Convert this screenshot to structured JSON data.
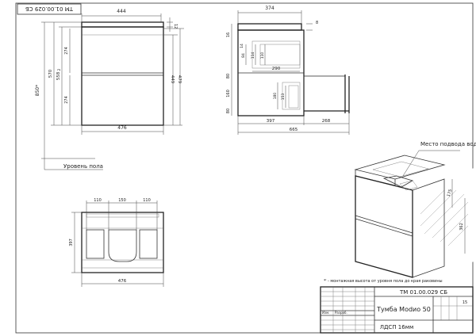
{
  "stamp_code": "ТМ 01.00.029 СБ",
  "front_view": {
    "width_top": "444",
    "width_bottom": "476",
    "right_top": "12",
    "height_total": "850*",
    "height_570": "570",
    "height_558": "558",
    "gap_2": "2",
    "drawer_upper": "274",
    "drawer_lower": "274",
    "right_449": "449",
    "right_479": "479",
    "floor_label": "Уровень пола"
  },
  "side_view": {
    "depth_top": "374",
    "top_8": "8",
    "left_16": "16",
    "left_80": "80",
    "left_160": "160",
    "left_80b": "80",
    "inner_84": "84",
    "inner_114": "114",
    "inner_110": "110",
    "inner_14": "14",
    "shelf_290": "290",
    "inner_180": "180",
    "inner_153": "153",
    "bottom_397": "397",
    "bottom_268": "268",
    "bottom_665": "665"
  },
  "top_view": {
    "w110a": "110",
    "w150": "150",
    "w110b": "110",
    "depth_397": "397",
    "width_476": "476"
  },
  "iso_view": {
    "callout": "Место подвода воды и слива",
    "dim_175": "175",
    "dim_362": "362"
  },
  "footnote": "*ⁱ - монтажная высота от уровня пола до края раковины",
  "title_block": {
    "code": "ТМ 01.00.029 СБ",
    "name": "Тумба Modио 50",
    "material": "ЛДСП 16мм",
    "sheet_num": "15",
    "col_a": "Изм.",
    "col_b": "Разраб."
  }
}
